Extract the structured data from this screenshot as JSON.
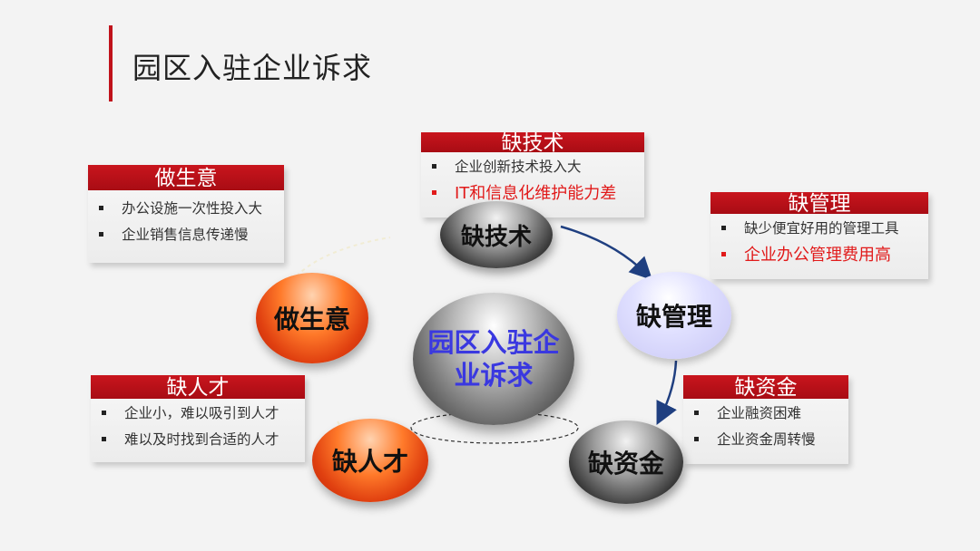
{
  "slide": {
    "title": "园区入驻企业诉求",
    "center_label": "园区入驻企业诉求"
  },
  "balls": {
    "tech": "缺技术",
    "mgmt": "缺管理",
    "capital": "缺资金",
    "talent": "缺人才",
    "business": "做生意"
  },
  "cards": {
    "business": {
      "header": "做生意",
      "items": [
        "办公设施一次性投入大",
        "企业销售信息传递慢"
      ]
    },
    "tech": {
      "header": "缺技术",
      "items": [
        "企业创新技术投入大",
        "IT和信息化维护能力差"
      ]
    },
    "mgmt": {
      "header": "缺管理",
      "items": [
        "缺少便宜好用的管理工具",
        "企业办公管理费用高"
      ]
    },
    "talent": {
      "header": "缺人才",
      "items": [
        "企业小，难以吸引到人才",
        "难以及时找到合适的人才"
      ]
    },
    "capital": {
      "header": "缺资金",
      "items": [
        "企业融资困难",
        "企业资金周转慢"
      ]
    }
  },
  "colors": {
    "accent_red": "#c0121b",
    "highlight_red": "#e11a1a",
    "center_text": "#3a38e0"
  }
}
